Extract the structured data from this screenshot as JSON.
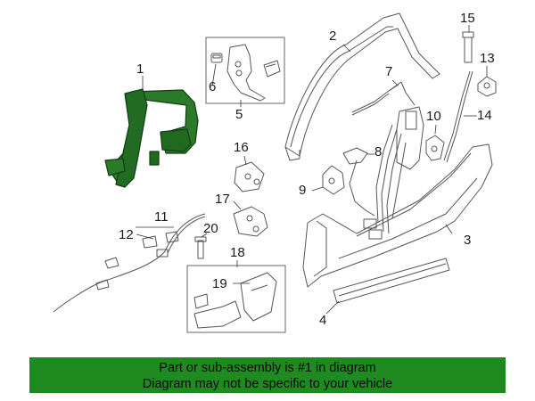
{
  "callouts": [
    "1",
    "2",
    "3",
    "4",
    "5",
    "6",
    "7",
    "8",
    "9",
    "10",
    "11",
    "12",
    "13",
    "14",
    "15",
    "16",
    "17",
    "18",
    "19",
    "20"
  ],
  "banner": {
    "line1": "Part or sub-assembly is #1 in diagram",
    "line2": "Diagram may not be specific to your vehicle"
  },
  "colors": {
    "highlight": "#1f6e1f",
    "banner": "#1f8a1f",
    "line": "#555555"
  }
}
